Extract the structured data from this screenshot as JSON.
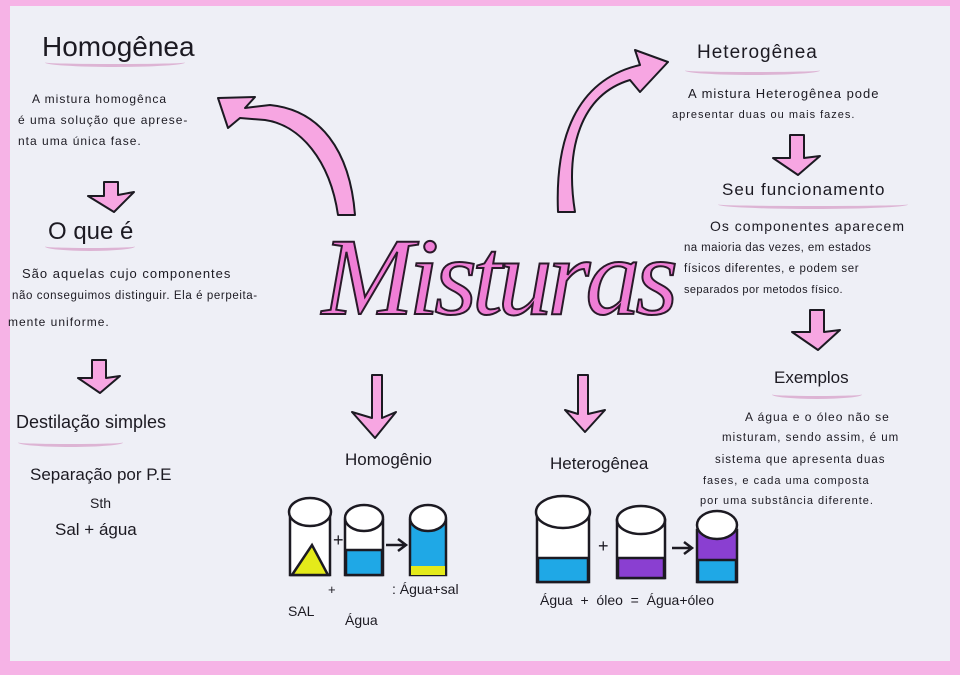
{
  "title": "Misturas",
  "left": {
    "heading": "Homogênea",
    "intro_lines": [
      "A mistura homogênca",
      "é uma solução que aprese-",
      "nta uma única fase."
    ],
    "what_heading": "O que é",
    "what_lines": [
      "São aquelas cujo componentes",
      "não conseguimos distinguir. Ela é perpeita-",
      "mente uniforme."
    ],
    "method_heading": "Destilação simples",
    "method_lines": [
      "Separação por P.E",
      "Sth",
      "Sal + água"
    ]
  },
  "right": {
    "heading": "Heterogênea",
    "intro_lines": [
      "A mistura Heterogênea pode",
      "apresentar duas ou mais fazes."
    ],
    "function_heading": "Seu funcionamento",
    "function_lines": [
      "Os componentes aparecem",
      "na maioria das vezes, em estados",
      "físicos diferentes, e podem ser",
      "separados por metodos físico."
    ],
    "examples_heading": "Exemplos",
    "examples_lines": [
      "A água e o óleo não se",
      "misturam, sendo assim, é um",
      "sistema que apresenta duas",
      "fases, e cada uma composta",
      "por uma substância diferente."
    ]
  },
  "homogeneous_example": {
    "label": "Homogênio",
    "plus": "+",
    "equation_result": ": Água+sal",
    "sub_labels": [
      "SAL",
      "Água"
    ]
  },
  "heterogeneous_example": {
    "label": "Heterogênea",
    "equation": "Água  +  óleo  =  Água+óleo"
  },
  "colors": {
    "pink": "#f07ed6",
    "salt": "#e4ea1a",
    "water": "#1fa8e6",
    "oil": "#8a3fd1",
    "border": "#f6b3e6"
  }
}
